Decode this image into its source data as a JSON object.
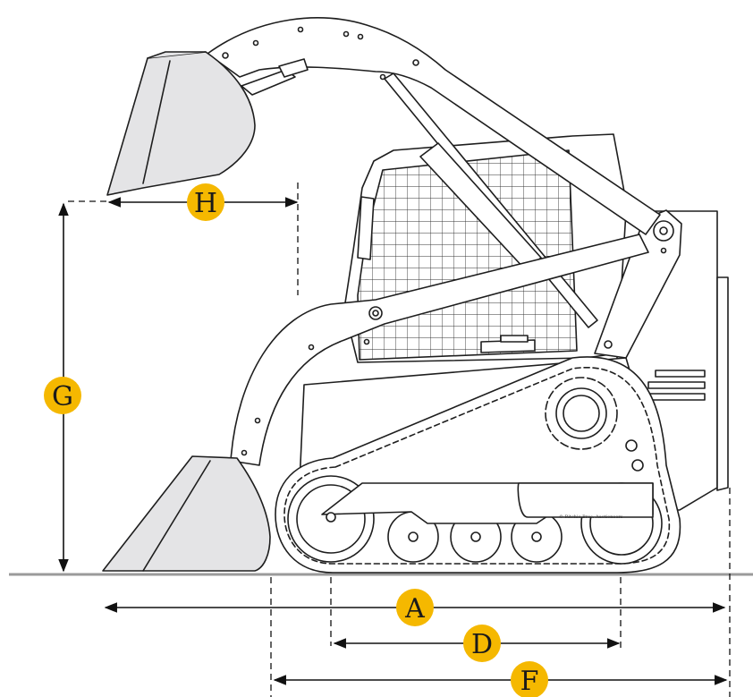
{
  "diagram": {
    "subject": "compact track loader side view",
    "badge_color": "#F5B800",
    "ground_color": "#9a9a9a",
    "body_fill": "#ffffff",
    "shade_fill": "#e4e4e6",
    "line_color": "#1e1e1e"
  },
  "dimensions": {
    "A": "A",
    "D": "D",
    "F": "F",
    "G": "G",
    "H": "H"
  },
  "copyright": "© Ritchie Bros. Auctioneers"
}
